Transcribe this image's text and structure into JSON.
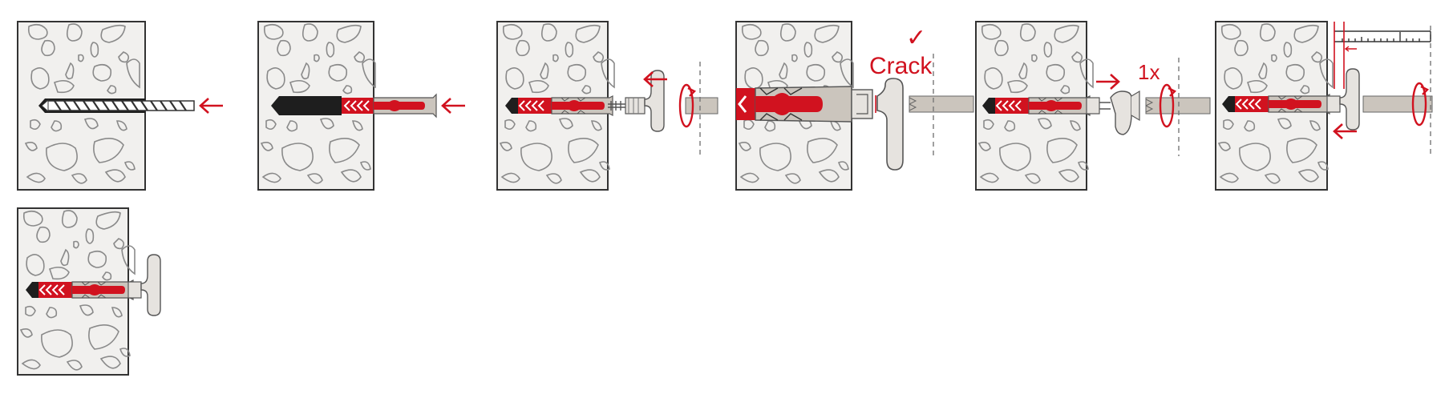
{
  "diagram": {
    "title": "Plug installation steps",
    "colors": {
      "wall_fill": "#f1f0ee",
      "wall_stroke": "#333333",
      "aggregate_stroke": "#8a8a8a",
      "accent_red": "#d1121f",
      "plug_grey": "#cbc5bd",
      "drill_dark": "#1e1e1e"
    },
    "steps": [
      {
        "index": 1,
        "name": "drill-hole",
        "annotation": "",
        "arrow": "left"
      },
      {
        "index": 2,
        "name": "insert-plug",
        "annotation": "",
        "arrow": "left"
      },
      {
        "index": 3,
        "name": "screw-in-hook",
        "annotation": "",
        "arrow": "left",
        "rotation": "clockwise"
      },
      {
        "index": 4,
        "name": "crack-check",
        "annotation": "Crack",
        "check": "✓"
      },
      {
        "index": 5,
        "name": "back-off-one-turn",
        "annotation": "1x",
        "arrow": "right",
        "rotation": "counter-clockwise"
      },
      {
        "index": 6,
        "name": "measure-and-align",
        "annotation": "",
        "arrow": "left",
        "rotation": "clockwise"
      },
      {
        "index": 7,
        "name": "finished-installation",
        "annotation": ""
      }
    ]
  }
}
